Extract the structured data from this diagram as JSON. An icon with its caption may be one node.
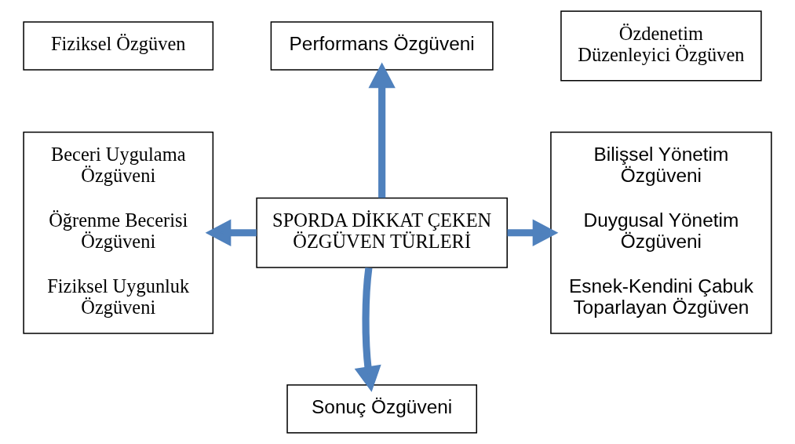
{
  "diagram": {
    "nodes": [
      {
        "text": [
          "Performans Özgüveni"
        ]
      },
      {
        "text": [
          "Fiziksel Özgüven"
        ]
      },
      {
        "text": [
          "Beceri Uygulama Özgüveni",
          "Öğrenme Becerisi Özgüveni",
          "Fiziksel Uygunluk Özgüveni"
        ]
      },
      {
        "text": [
          "SPORDA DİKKAT ÇEKEN ÖZGÜVEN TÜRLERİ"
        ]
      },
      {
        "text": [
          "Özdenetim Düzenleyici Özgüven"
        ]
      },
      {
        "text": [
          "Bilişsel Yönetim Özgüveni",
          "Duygusal Yönetim Özgüveni",
          "Esnek-Kendini Çabuk Toparlayan Özgüven"
        ]
      },
      {
        "text": [
          "Sonuç Özgüveni"
        ]
      }
    ],
    "edges": [
      {
        "from": 3,
        "to": 0,
        "arrow": "to"
      },
      {
        "from": 3,
        "to": 2,
        "arrow": "to"
      },
      {
        "from": 3,
        "to": 5,
        "arrow": "to"
      },
      {
        "from": 3,
        "to": 6,
        "arrow": "to"
      }
    ]
  }
}
